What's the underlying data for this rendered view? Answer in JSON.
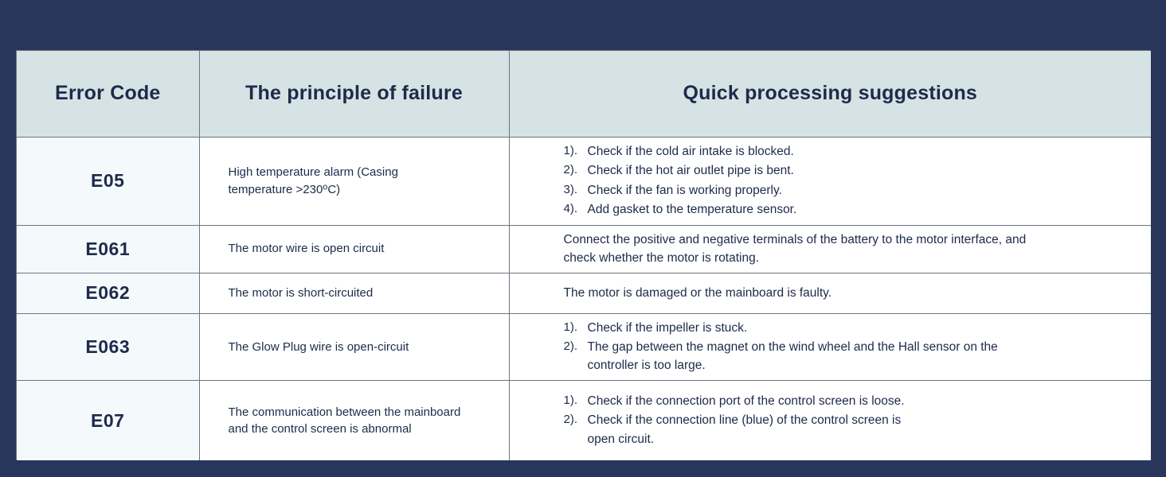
{
  "theme": {
    "background": "#28365c",
    "header_fill": "#d5e3e5",
    "code_column_fill": "#f4fafc",
    "body_fill": "#ffffff",
    "text": "#1e2a4a",
    "border": "#6d7482"
  },
  "table": {
    "headers": [
      "Error Code",
      "The principle of failure",
      "Quick processing suggestions"
    ],
    "rows": [
      {
        "code": "E05",
        "principle": "High temperature alarm (Casing temperature >230",
        "principle_sup": "o",
        "principle_tail": "C)",
        "suggestions_type": "list",
        "suggestions": [
          {
            "marker": "1).",
            "text": "Check if the cold air intake is blocked."
          },
          {
            "marker": "2).",
            "text": "Check if the hot air outlet pipe is bent."
          },
          {
            "marker": "3).",
            "text": "Check if the fan is working properly."
          },
          {
            "marker": "4).",
            "text": "Add gasket to the temperature sensor."
          }
        ]
      },
      {
        "code": "E061",
        "principle": "The motor wire is open circuit",
        "suggestions_type": "text",
        "suggestions_text": "Connect the positive and negative terminals of the battery to the motor interface, and check whether the motor is rotating."
      },
      {
        "code": "E062",
        "principle": "The motor is short-circuited",
        "suggestions_type": "text",
        "suggestions_text": "The motor is damaged or the mainboard is faulty."
      },
      {
        "code": "E063",
        "principle": "The Glow Plug wire is open-circuit",
        "suggestions_type": "list",
        "suggestions": [
          {
            "marker": "1).",
            "text": "Check if the impeller is stuck."
          },
          {
            "marker": "2).",
            "text": "The gap between the magnet on the wind wheel and the Hall sensor on the controller is too large."
          }
        ]
      },
      {
        "code": "E07",
        "principle": "The communication between the mainboard and the control screen is abnormal",
        "suggestions_type": "list",
        "suggestions": [
          {
            "marker": "1).",
            "text": "Check if the connection port of the control screen is loose."
          },
          {
            "marker": "2).",
            "text": "Check if the connection line (blue) of the control screen is open circuit."
          }
        ]
      }
    ]
  }
}
